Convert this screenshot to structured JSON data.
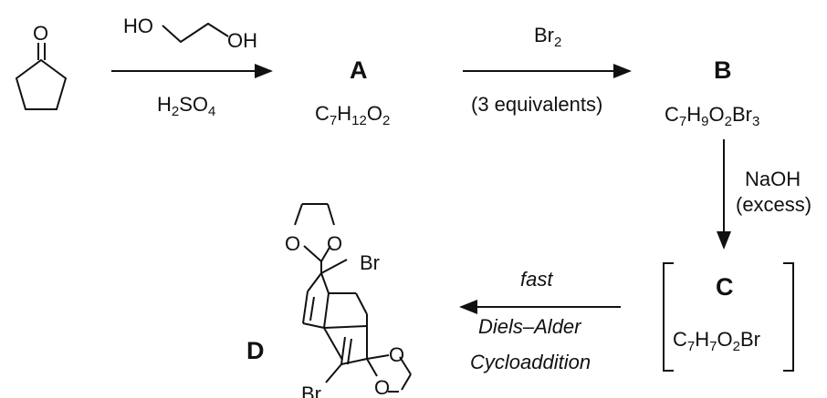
{
  "diagram": {
    "start": {
      "atom_O": "O"
    },
    "step1": {
      "reagent_top": {
        "ho": "HO",
        "oh": "OH"
      },
      "reagent_bottom": {
        "h": "H",
        "h_sub": "2",
        "so": "SO",
        "so_sub": "4"
      }
    },
    "A": {
      "label": "A",
      "c": "C",
      "c_sub": "7",
      "h": "H",
      "h_sub": "12",
      "o": "O",
      "o_sub": "2"
    },
    "step2": {
      "reagent_top": {
        "br": "Br",
        "br_sub": "2"
      },
      "reagent_bottom": "(3 equivalents)"
    },
    "B": {
      "label": "B",
      "c": "C",
      "c_sub": "7",
      "h": "H",
      "h_sub": "9",
      "o": "O",
      "o_sub": "2",
      "br": "Br",
      "br_sub": "3"
    },
    "step3": {
      "reagent_line1": "NaOH",
      "reagent_line2": "(excess)"
    },
    "C": {
      "label": "C",
      "c": "C",
      "c_sub": "7",
      "h": "H",
      "h_sub": "7",
      "o": "O",
      "o_sub": "2",
      "br": "Br"
    },
    "step4": {
      "line1": "fast",
      "line2": "Diels–Alder",
      "line3": "Cycloaddition"
    },
    "D": {
      "label": "D",
      "atom_O1": "O",
      "atom_O2": "O",
      "atom_O3": "O",
      "atom_O4": "O",
      "atom_Br1": "Br",
      "atom_Br2": "Br"
    }
  }
}
